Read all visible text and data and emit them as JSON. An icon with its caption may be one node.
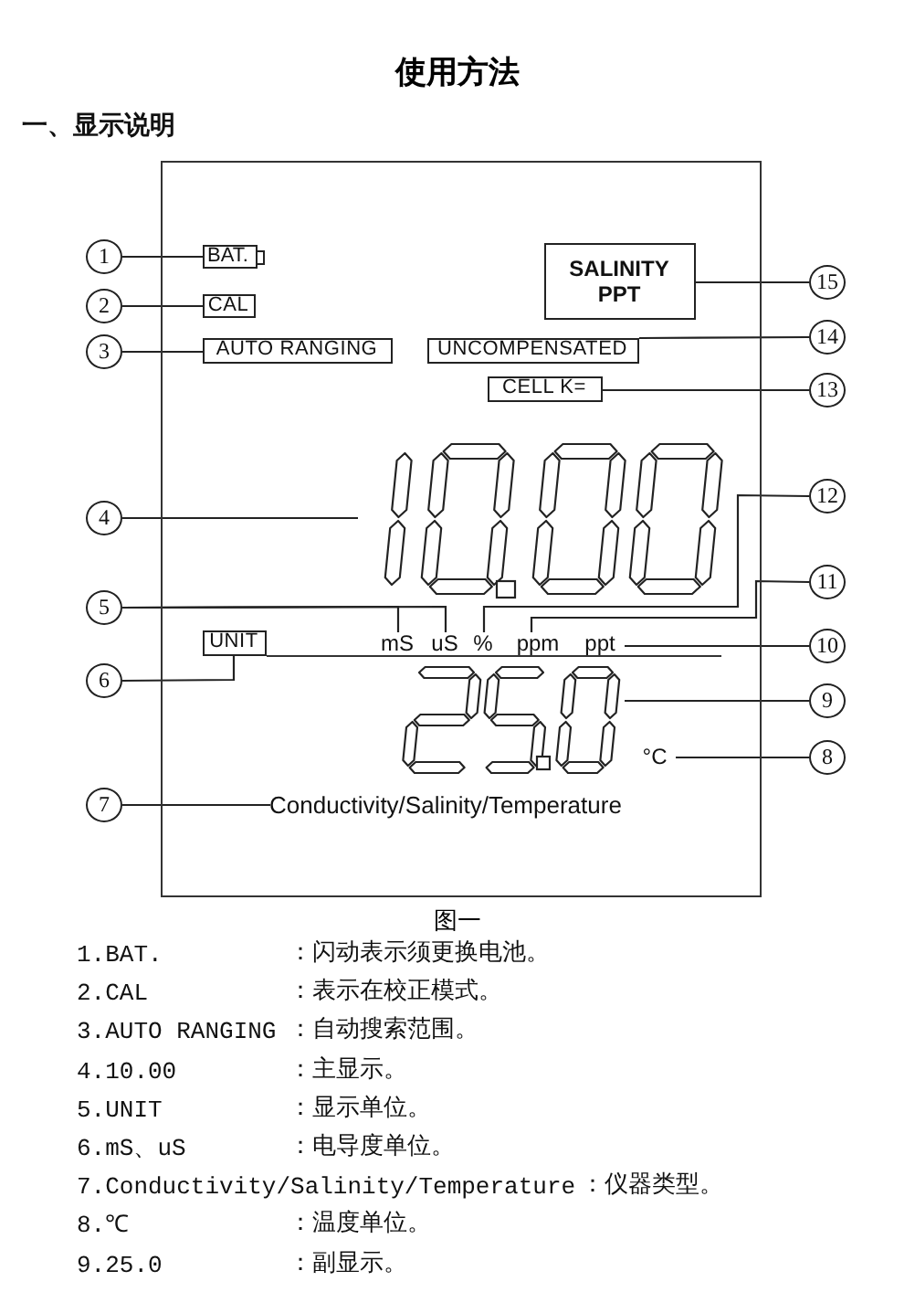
{
  "diagram": {
    "title": "使用方法",
    "caption": "图一",
    "nodes": [
      {
        "text": [],
        "shape": "box"
      },
      {
        "text": [
          "1"
        ]
      },
      {
        "text": [
          "BAT."
        ],
        "in": 0
      },
      {
        "text": [
          "2"
        ]
      },
      {
        "text": [
          "CAL"
        ],
        "in": 0
      },
      {
        "text": [
          "3"
        ]
      },
      {
        "text": [
          "AUTO RANGING"
        ],
        "in": 0
      },
      {
        "text": [
          "SALINITY PPT"
        ],
        "in": 0
      },
      {
        "text": [
          "15"
        ]
      },
      {
        "text": [
          "UNCOMPENSATED"
        ],
        "in": 0
      },
      {
        "text": [
          "14"
        ]
      },
      {
        "text": [
          "CELL K="
        ],
        "in": 0
      },
      {
        "text": [
          "13"
        ]
      },
      {
        "text": [
          "4"
        ]
      },
      {
        "text": [],
        "shape": "picture",
        "in": 0
      },
      {
        "text": [
          "5"
        ]
      },
      {
        "text": [
          "mS"
        ],
        "in": 0
      },
      {
        "text": [
          "uS"
        ],
        "in": 0
      },
      {
        "text": [
          "%"
        ],
        "in": 0
      },
      {
        "text": [
          "ppm"
        ],
        "in": 0
      },
      {
        "text": [
          "ppt"
        ],
        "in": 0
      },
      {
        "text": [
          "12"
        ]
      },
      {
        "text": [
          "11"
        ]
      },
      {
        "text": [
          "10"
        ]
      },
      {
        "text": [
          "UNIT"
        ],
        "in": 0
      },
      {
        "text": [
          "6"
        ]
      },
      {
        "text": [],
        "shape": "picture",
        "in": 0
      },
      {
        "text": [
          "9"
        ]
      },
      {
        "text": [
          "°C"
        ],
        "in": 0
      },
      {
        "text": [
          "8"
        ]
      },
      {
        "text": [
          "Conductivity/Salinity/Temperature"
        ],
        "in": 0
      },
      {
        "text": [
          "7"
        ]
      }
    ],
    "edges": [
      {
        "from": 1,
        "to": 2,
        "arrow": "none"
      },
      {
        "from": 3,
        "to": 4,
        "arrow": "none"
      },
      {
        "from": 5,
        "to": 6,
        "arrow": "none"
      },
      {
        "from": 8,
        "to": 7,
        "arrow": "none"
      },
      {
        "from": 10,
        "to": 9,
        "arrow": "none"
      },
      {
        "from": 12,
        "to": 11,
        "arrow": "none"
      },
      {
        "from": 13,
        "to": 14,
        "arrow": "none"
      },
      {
        "from": 15,
        "to": 16,
        "arrow": "none"
      },
      {
        "from": 15,
        "to": 17,
        "arrow": "none"
      },
      {
        "from": 21,
        "to": 18,
        "arrow": "none"
      },
      {
        "from": 22,
        "to": 19,
        "arrow": "none"
      },
      {
        "from": 23,
        "to": 20,
        "arrow": "none"
      },
      {
        "from": 25,
        "to": 24,
        "arrow": "none"
      },
      {
        "from": 27,
        "to": 26,
        "arrow": "none"
      },
      {
        "from": 29,
        "to": 28,
        "arrow": "none"
      },
      {
        "from": 31,
        "to": 30,
        "arrow": "none"
      }
    ],
    "labels": [
      "一、显示说明",
      "1.BAT.",
      "：闪动表示须更换电池。",
      "2.CAL",
      "：表示在校正模式。",
      "3.AUTO RANGING",
      "：自动搜索范围。",
      "4.10.00",
      "：主显示。",
      "5.UNIT",
      "：显示单位。",
      "6.mS、uS",
      "：电导度单位。",
      "7.Conductivity/Salinity/Temperature",
      "：仪器类型。",
      "8.℃",
      "：温度单位。",
      "9.25.0",
      "：副显示。"
    ]
  }
}
